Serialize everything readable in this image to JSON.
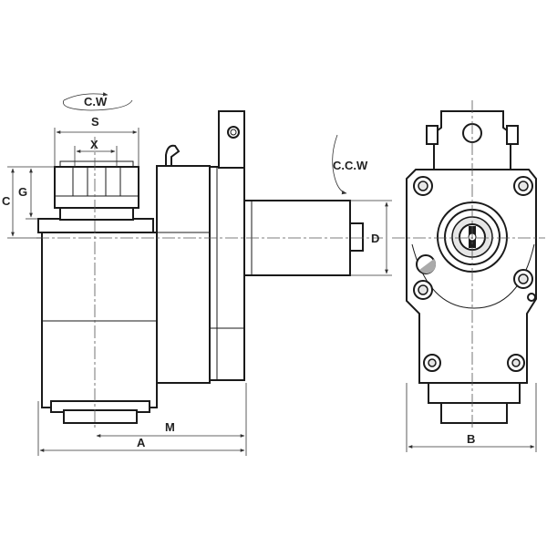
{
  "labels": {
    "cw": "C.W",
    "ccw": "C.C.W",
    "s": "S",
    "x": "X",
    "c": "C",
    "g": "G",
    "d": "D",
    "m": "M",
    "a": "A",
    "b": "B"
  },
  "colors": {
    "line": "#1a1a1a",
    "shade": "#e6e6e6",
    "background": "#ffffff"
  }
}
